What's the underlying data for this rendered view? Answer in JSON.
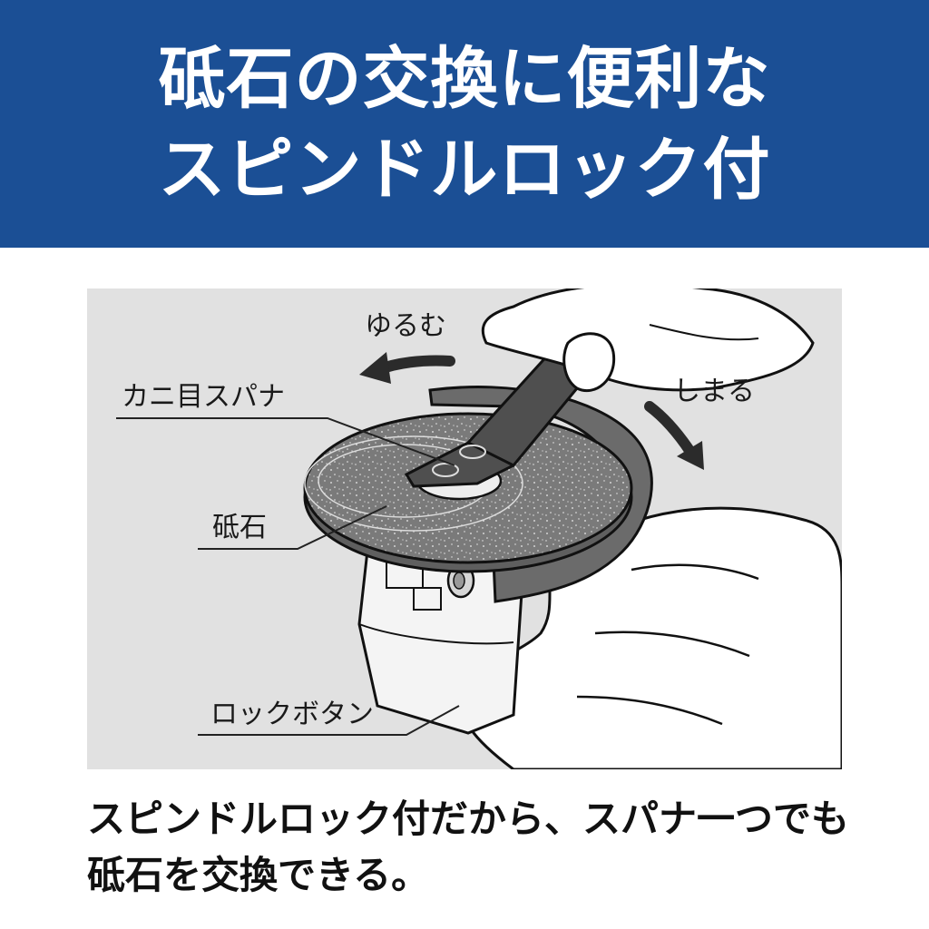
{
  "header": {
    "title_line1": "砥石の交換に便利な",
    "title_line2": "スピンドルロック付"
  },
  "illustration": {
    "labels": {
      "loosen": "ゆるむ",
      "tighten": "しまる",
      "spanner": "カニ目スパナ",
      "wheel": "砥石",
      "lock_button": "ロックボタン"
    }
  },
  "caption": {
    "line1": "スピンドルロック付だから、スパナ一つでも",
    "line2": "砥石を交換できる。"
  },
  "colors": {
    "banner": "#1b4f95",
    "panel": "#e1e1e1",
    "tool": "#6b6b6b",
    "arrow": "#2b2b2b"
  }
}
